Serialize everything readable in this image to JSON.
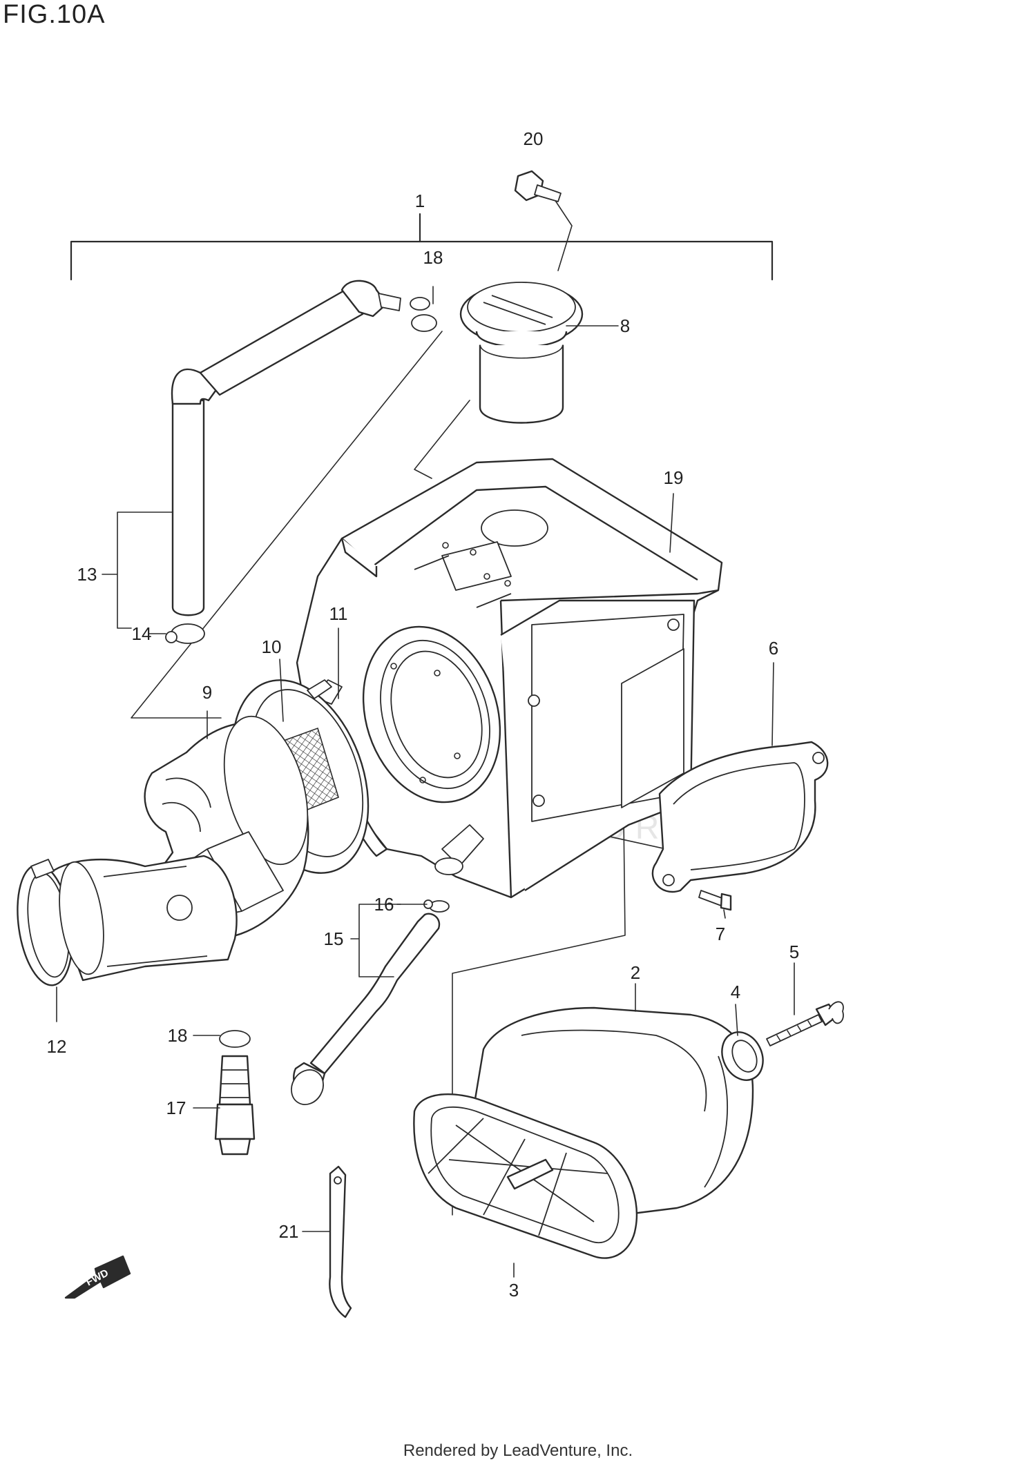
{
  "figure": {
    "title": "FIG.10A",
    "footer": "Rendered by LeadVenture, Inc.",
    "watermark": "LEADVENTURE",
    "fwd_label": "FWD",
    "callouts": [
      {
        "id": "c1",
        "label": "1"
      },
      {
        "id": "c2",
        "label": "2"
      },
      {
        "id": "c3",
        "label": "3"
      },
      {
        "id": "c4",
        "label": "4"
      },
      {
        "id": "c5",
        "label": "5"
      },
      {
        "id": "c6",
        "label": "6"
      },
      {
        "id": "c7",
        "label": "7"
      },
      {
        "id": "c8",
        "label": "8"
      },
      {
        "id": "c9",
        "label": "9"
      },
      {
        "id": "c10",
        "label": "10"
      },
      {
        "id": "c11",
        "label": "11"
      },
      {
        "id": "c12",
        "label": "12"
      },
      {
        "id": "c13",
        "label": "13"
      },
      {
        "id": "c14",
        "label": "14"
      },
      {
        "id": "c15",
        "label": "15"
      },
      {
        "id": "c16",
        "label": "16"
      },
      {
        "id": "c17",
        "label": "17"
      },
      {
        "id": "c18a",
        "label": "18"
      },
      {
        "id": "c18b",
        "label": "18"
      },
      {
        "id": "c19",
        "label": "19"
      },
      {
        "id": "c20",
        "label": "20"
      },
      {
        "id": "c21",
        "label": "21"
      }
    ]
  }
}
